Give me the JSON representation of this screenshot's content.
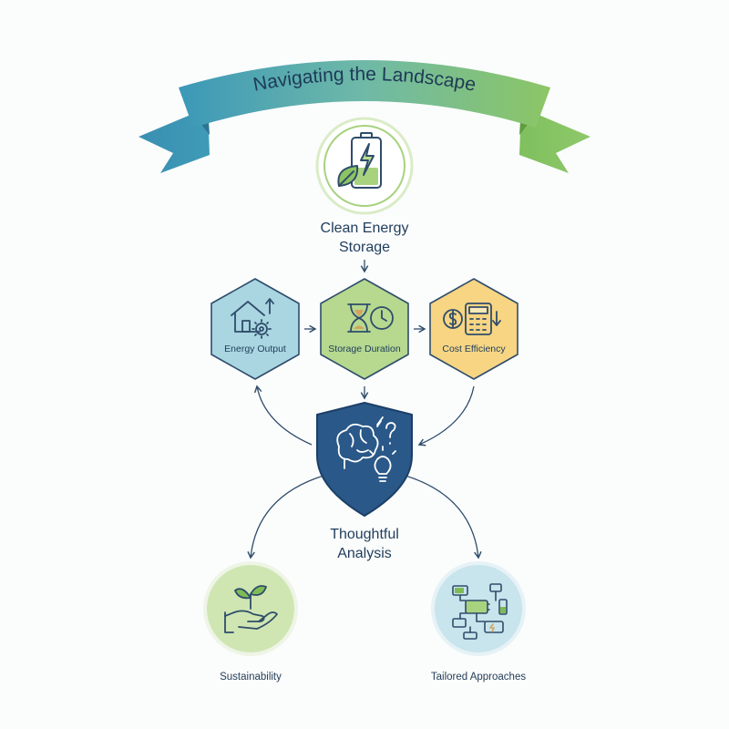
{
  "banner": {
    "title": "Navigating the Landscape"
  },
  "top_node": {
    "line1": "Clean Energy",
    "line2": "Storage",
    "icon": "battery-leaf-icon"
  },
  "factors": [
    {
      "label": "Energy Output",
      "icon": "house-gear-icon",
      "color": "#a9d6e0"
    },
    {
      "label": "Storage Duration",
      "icon": "hourglass-clock-icon",
      "color": "#b6d88f"
    },
    {
      "label": "Cost Efficiency",
      "icon": "calculator-dollar-icon",
      "color": "#f7d583"
    }
  ],
  "analysis": {
    "line1": "Thoughtful",
    "line2": "Analysis",
    "icon": "brain-lightbulb-icon",
    "color": "#2a5888"
  },
  "outcomes": [
    {
      "label": "Sustainability",
      "icon": "hand-sprout-icon",
      "color": "#cfe6b3"
    },
    {
      "label": "Tailored Approaches",
      "icon": "battery-circuit-icon",
      "color": "#c8e4ec"
    }
  ]
}
